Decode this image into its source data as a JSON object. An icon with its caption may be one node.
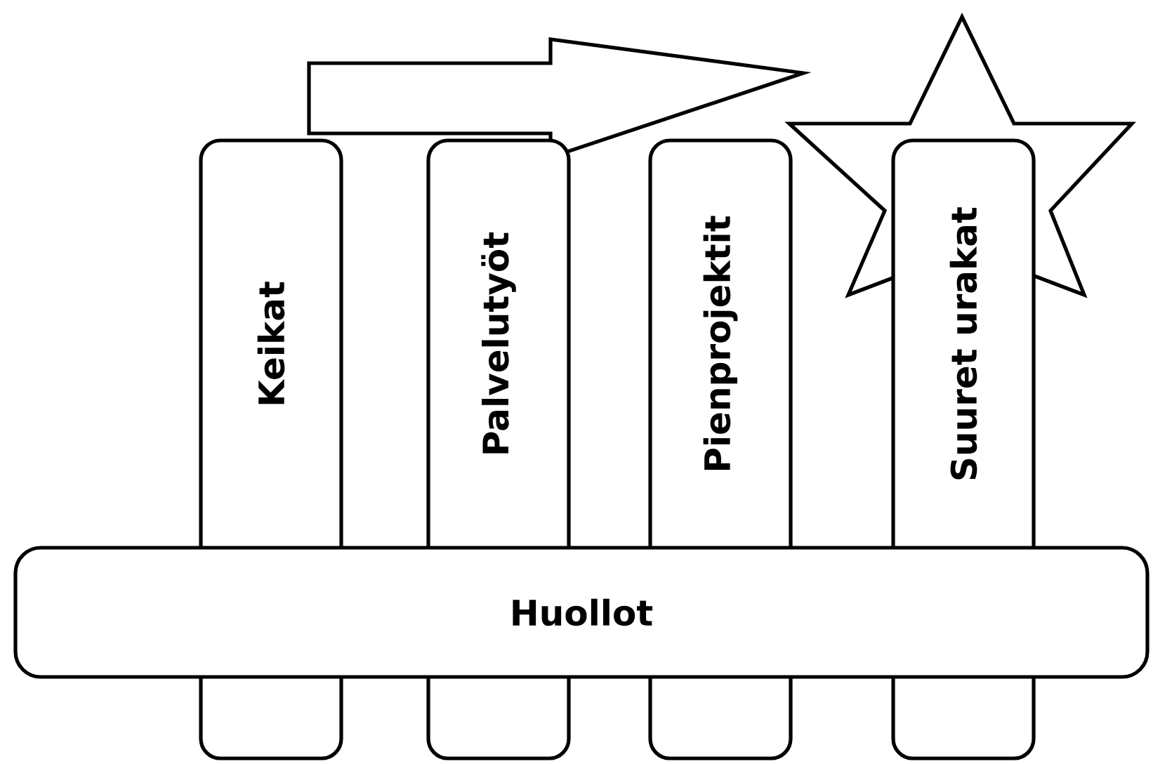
{
  "diagram": {
    "nodes": [
      {
        "text": [
          "Keikat"
        ]
      },
      {
        "text": [
          "Palvelutyöt"
        ]
      },
      {
        "text": [
          "Pienprojektit"
        ]
      },
      {
        "text": [
          "Suuret urakat"
        ]
      },
      {
        "text": [
          "Huollot"
        ]
      }
    ]
  }
}
